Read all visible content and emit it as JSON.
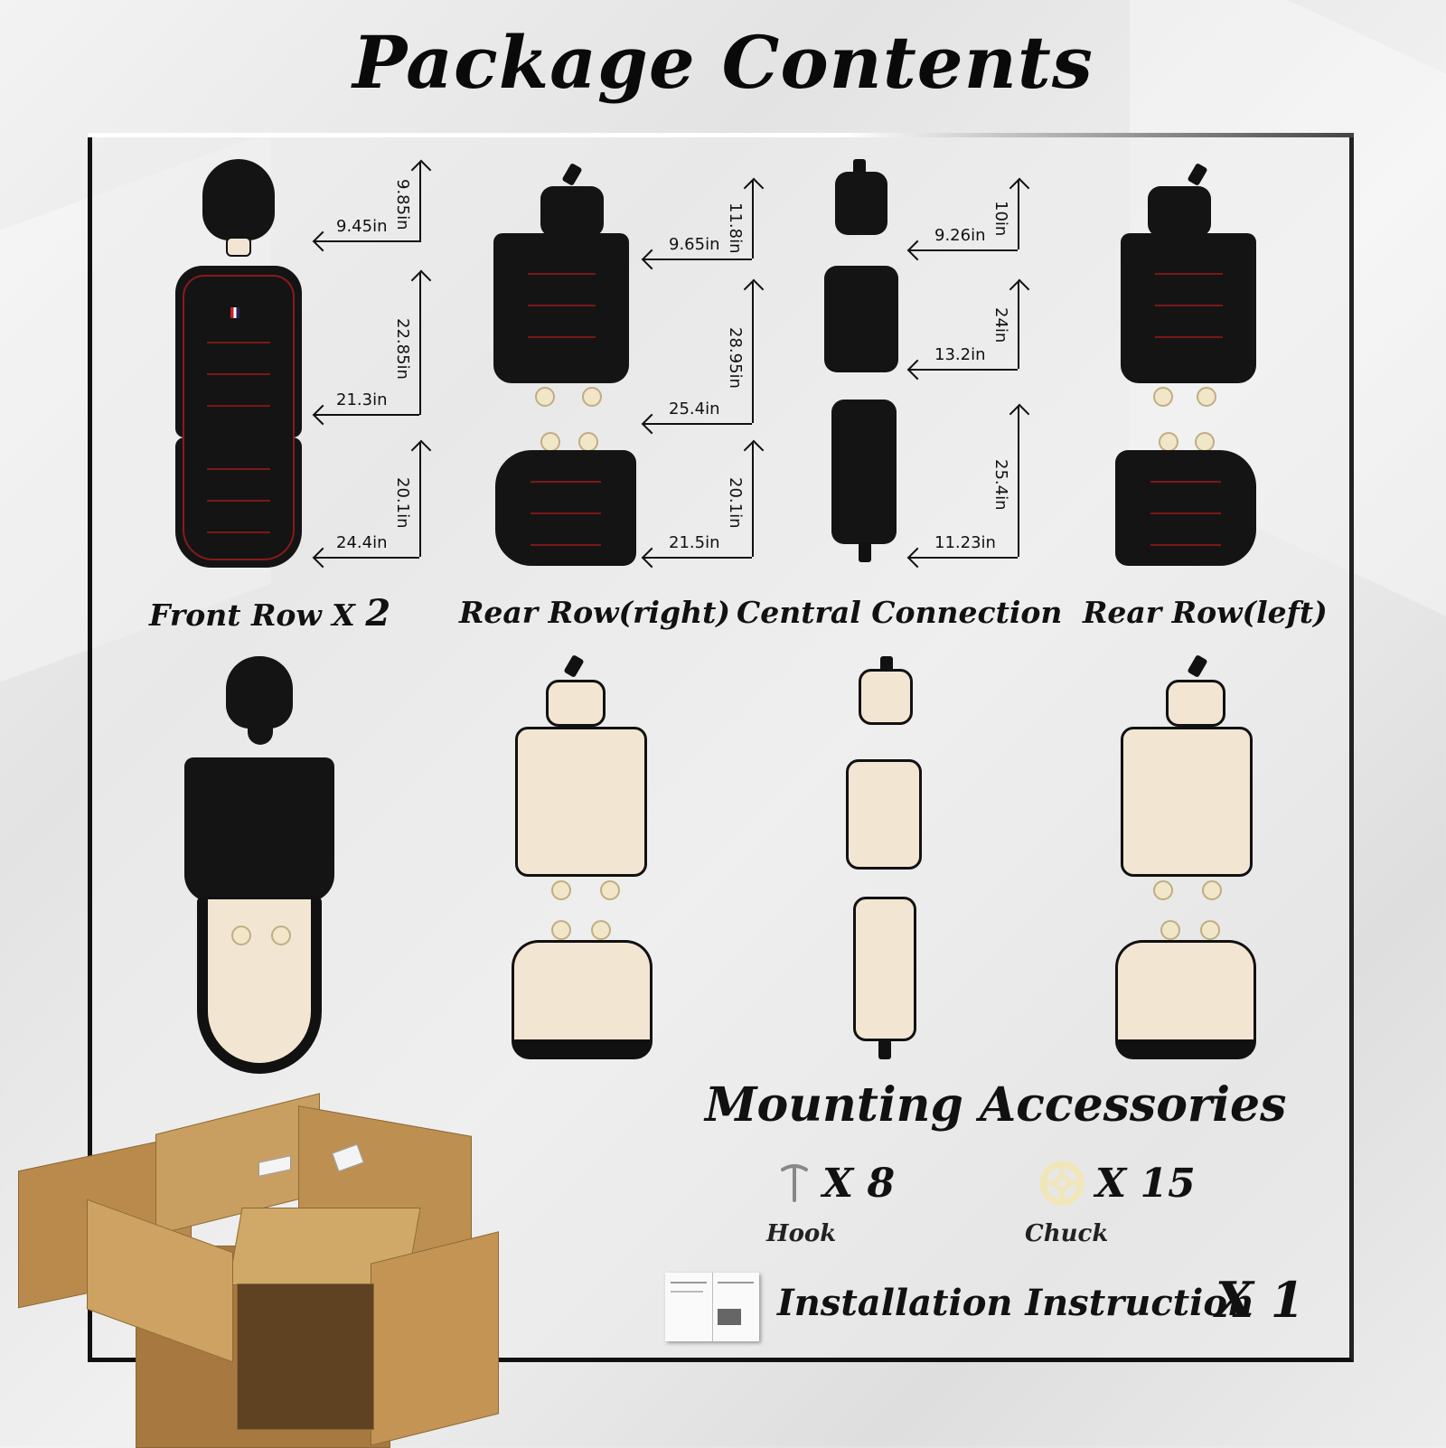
{
  "title": "Package Contents",
  "sections": {
    "front_row": {
      "label": "Front Row X ",
      "count": "2",
      "dims": {
        "headrest_h": "9.85in",
        "headrest_w": "9.45in",
        "back_h": "22.85in",
        "back_w": "21.3in",
        "seat_h": "20.1in",
        "seat_w": "24.4in"
      }
    },
    "rear_right": {
      "label": "Rear Row(right)",
      "dims": {
        "headrest_h": "11.8in",
        "headrest_w": "9.65in",
        "back_h": "28.95in",
        "back_w": "25.4in",
        "seat_h": "20.1in",
        "seat_w": "21.5in"
      }
    },
    "central": {
      "label": "Central Connection",
      "dims": {
        "headrest_h": "10in",
        "headrest_w": "9.26in",
        "back_h": "24in",
        "back_w": "13.2in",
        "seat_h": "25.4in",
        "seat_w": "11.23in"
      }
    },
    "rear_left": {
      "label": "Rear Row(left)"
    }
  },
  "accessories": {
    "title": "Mounting Accessories",
    "hook": {
      "count": "X 8",
      "label": "Hook",
      "icon": "hook-icon"
    },
    "chuck": {
      "count": "X 15",
      "label": "Chuck",
      "icon": "chuck-icon"
    },
    "instruction": {
      "label": "Installation Instruction",
      "count": "X 1",
      "icon": "manual-icon"
    }
  }
}
